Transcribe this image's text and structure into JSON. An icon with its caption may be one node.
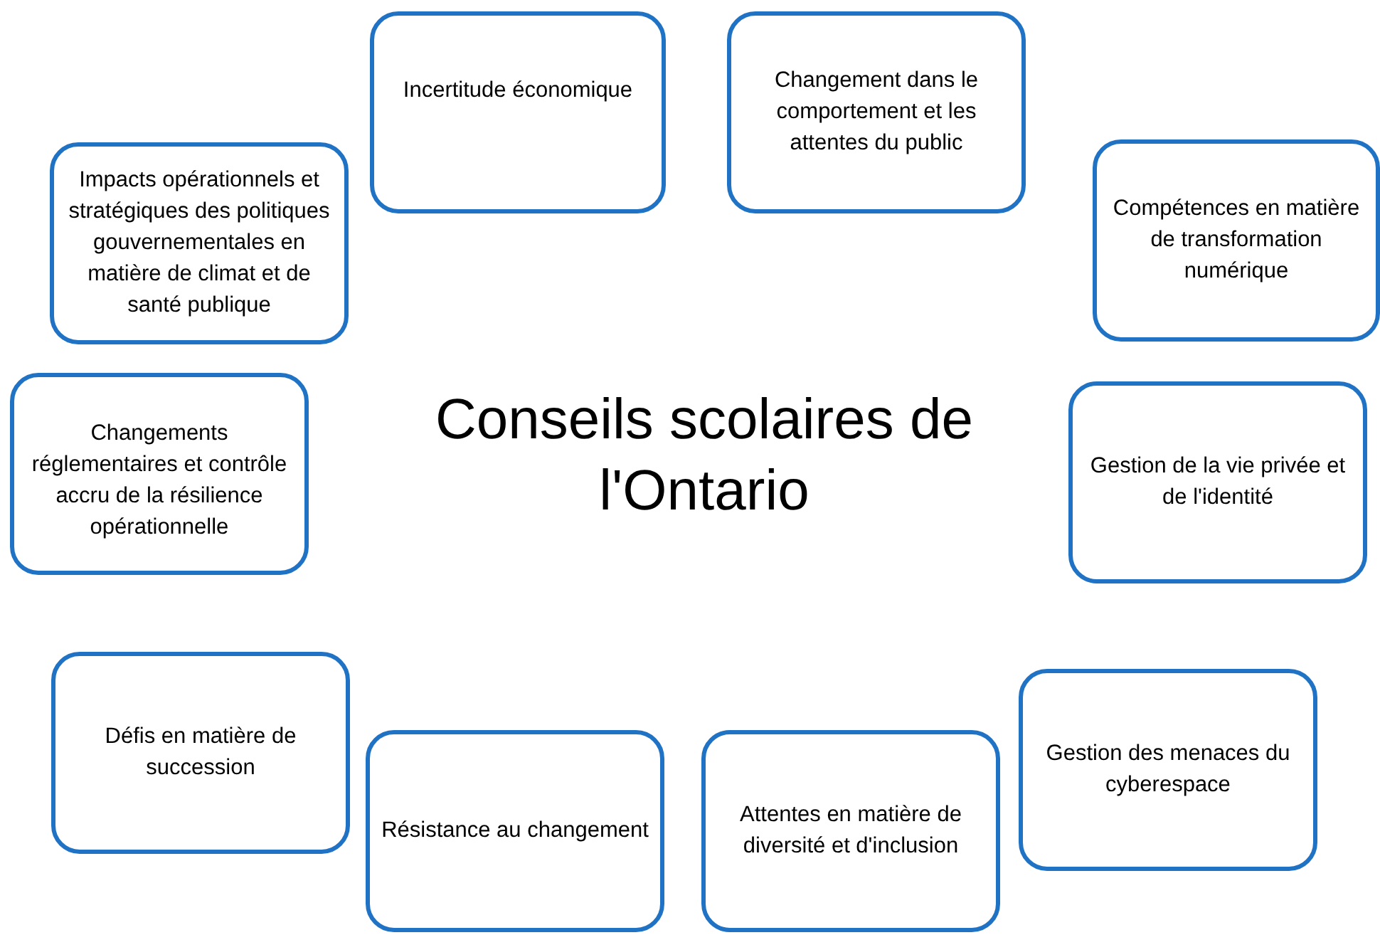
{
  "diagram": {
    "title": "Conseils scolaires de l'Ontario",
    "nodes": [
      {
        "text": [
          "Incertitude économique"
        ]
      },
      {
        "text": [
          "Changement dans le comportement et les attentes du public"
        ]
      },
      {
        "text": [
          "Impacts opérationnels et stratégiques des politiques gouvernementales en matière de climat et de santé publique"
        ]
      },
      {
        "text": [
          "Compétences en matière de transformation numérique"
        ]
      },
      {
        "text": [
          "Changements réglementaires et contrôle accru de la résilience opérationnelle"
        ]
      },
      {
        "text": [
          "Gestion de la vie privée et de l'identité"
        ]
      },
      {
        "text": [
          "Défis en matière de succession"
        ]
      },
      {
        "text": [
          "Gestion des menaces du cyberespace"
        ]
      },
      {
        "text": [
          "Résistance au changement"
        ]
      },
      {
        "text": [
          "Attentes en matière de diversité et d'inclusion"
        ]
      }
    ],
    "edges": []
  }
}
